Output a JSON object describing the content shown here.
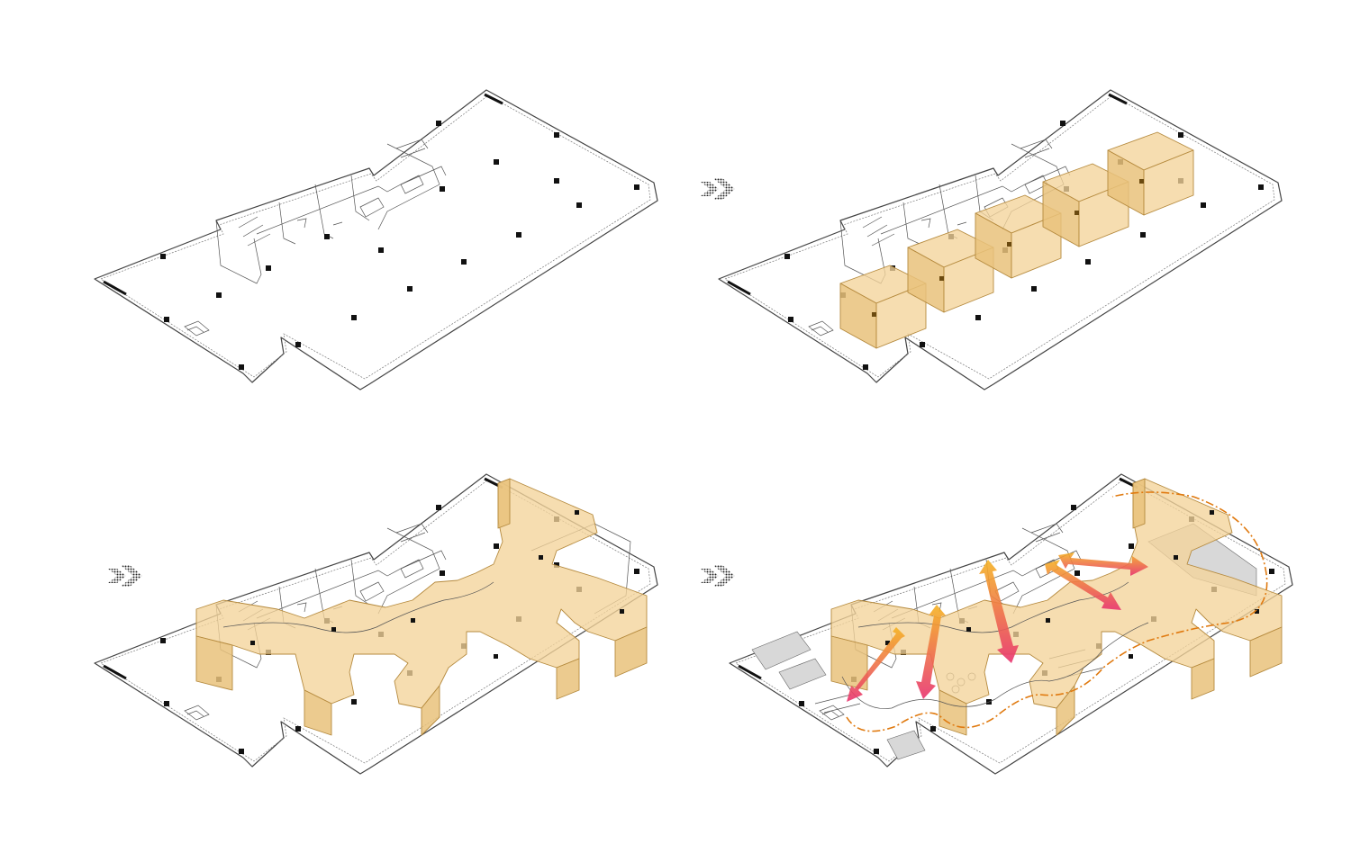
{
  "diagram": {
    "panels": [
      {
        "id": "base-plan",
        "stage": 1
      },
      {
        "id": "box-volumes",
        "stage": 2
      },
      {
        "id": "merged-volume",
        "stage": 3
      },
      {
        "id": "circulation-flow",
        "stage": 4
      }
    ],
    "colors": {
      "volume_fill": "#f3d49a",
      "volume_stroke": "#b58a3e",
      "flow_line": "#e07a10",
      "arrow_start": "#f5b323",
      "arrow_end": "#e8336f",
      "walls": "#444444",
      "columns": "#111111"
    },
    "arrow_icon": "dotted-chevron-arrow-icon"
  }
}
